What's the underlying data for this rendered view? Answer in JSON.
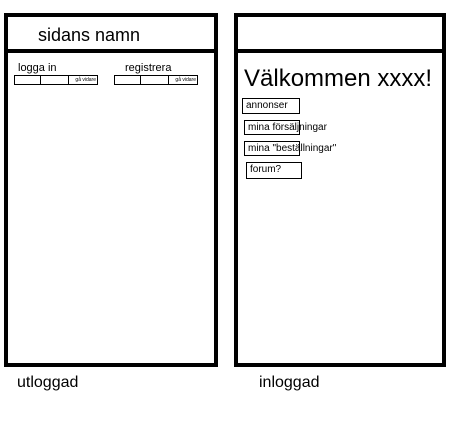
{
  "logged_out": {
    "site_title": "sidans namn",
    "login_label": "logga in",
    "register_label": "registrera",
    "login_go": "gå vidare",
    "register_go": "gå vidare",
    "caption": "utloggad"
  },
  "logged_in": {
    "welcome": "Välkommen xxxx!",
    "menu": [
      {
        "label": "annonser"
      },
      {
        "label": "mina försäljningar"
      },
      {
        "label": "mina \"beställningar\""
      },
      {
        "label": "forum?"
      }
    ],
    "caption": "inloggad"
  }
}
